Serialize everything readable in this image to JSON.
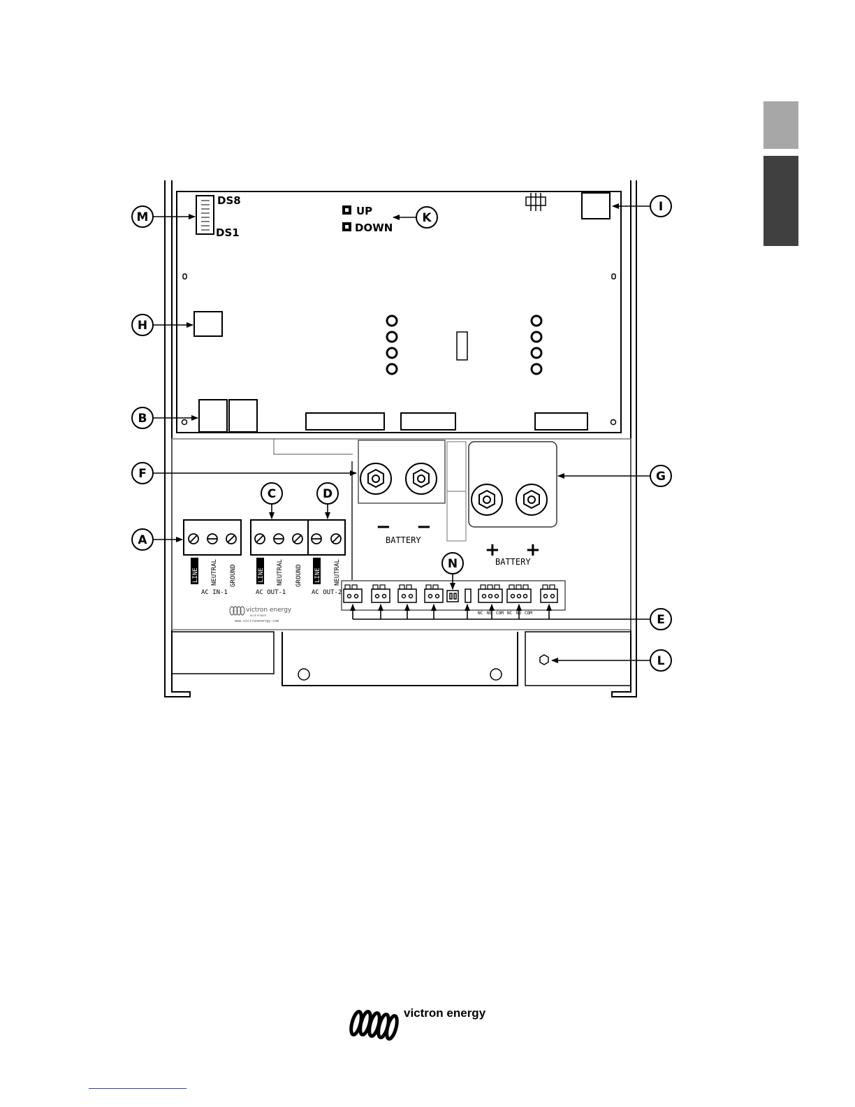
{
  "pcb": {
    "ds_top": "DS8",
    "ds_bottom": "DS1",
    "btn_up": "UP",
    "btn_down": "DOWN"
  },
  "callouts": {
    "A": "A",
    "B": "B",
    "C": "C",
    "D": "D",
    "E": "E",
    "F": "F",
    "G": "G",
    "H": "H",
    "I": "I",
    "K": "K",
    "L": "L",
    "M": "M",
    "N": "N"
  },
  "terminals": {
    "ac_in_1": "AC IN-1",
    "ac_out_1": "AC OUT-1",
    "ac_out_2": "AC OUT-2",
    "line": "LINE",
    "neutral": "NEUTRAL",
    "ground": "GROUND"
  },
  "battery": {
    "neg_label": "BATTERY",
    "pos_label": "BATTERY",
    "minus_sign": "−",
    "plus_sign": "+"
  },
  "relays": {
    "nc1": "NC",
    "no1": "NO",
    "com1": "COM",
    "nc2": "NC",
    "no2": "NO",
    "com2": "COM"
  },
  "board_logo": {
    "brand": "victron energy",
    "tagline": "BLUE POWER",
    "url": "www.victronenergy.com"
  },
  "footer": {
    "brand": "victron energy"
  }
}
